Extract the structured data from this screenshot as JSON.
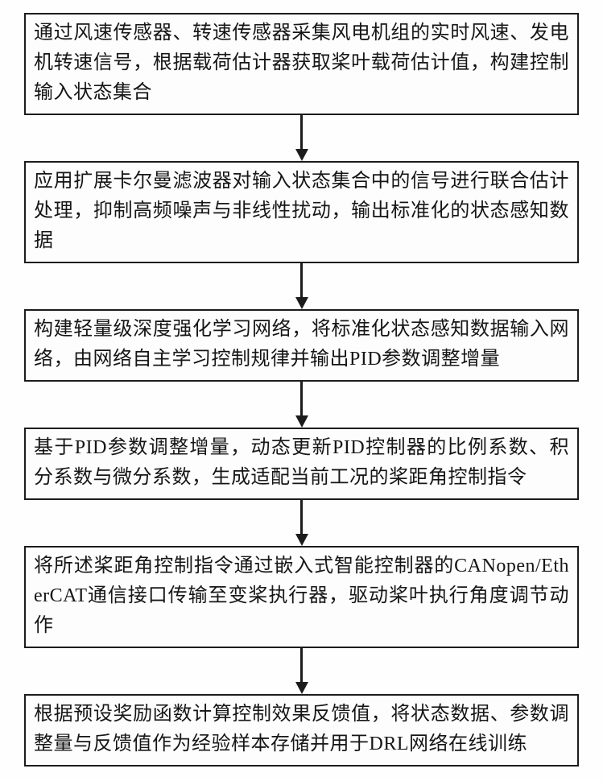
{
  "flowchart": {
    "type": "vertical-process-flow",
    "colors": {
      "border": "#1c1c1c",
      "text": "#161616",
      "background": "#ffffff"
    },
    "steps": [
      {
        "text": "通过风速传感器、转速传感器采集风电机组的实时风速、发电机转速信号，根据载荷估计器获取桨叶载荷估计值，构建控制输入状态集合"
      },
      {
        "text": "应用扩展卡尔曼滤波器对输入状态集合中的信号进行联合估计处理，抑制高频噪声与非线性扰动，输出标准化的状态感知数据"
      },
      {
        "text": "构建轻量级深度强化学习网络，将标准化状态感知数据输入网络，由网络自主学习控制规律并输出PID参数调整增量"
      },
      {
        "text": "基于PID参数调整增量，动态更新PID控制器的比例系数、积分系数与微分系数，生成适配当前工况的桨距角控制指令"
      },
      {
        "text": "将所述桨距角控制指令通过嵌入式智能控制器的CANopen/EtherCAT通信接口传输至变桨执行器，驱动桨叶执行角度调节动作"
      },
      {
        "text": "根据预设奖励函数计算控制效果反馈值，将状态数据、参数调整量与反馈值作为经验样本存储并用于DRL网络在线训练"
      }
    ]
  }
}
